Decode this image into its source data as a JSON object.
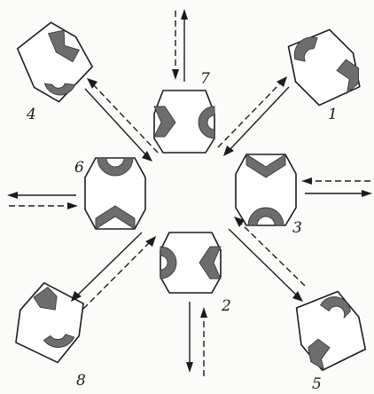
{
  "diagram": {
    "labels": {
      "unit_1": "1",
      "unit_2": "2",
      "unit_3": "3",
      "unit_4": "4",
      "unit_5": "5",
      "unit_6": "6",
      "unit_7": "7",
      "unit_8": "8"
    },
    "colors": {
      "outline": "#1c1c1c",
      "shaded_site": "#6d6d6d",
      "background": "#fbfbf9"
    },
    "center_units": [
      "7",
      "3",
      "2",
      "6"
    ],
    "outer_units": [
      "1",
      "5",
      "8",
      "4"
    ]
  }
}
